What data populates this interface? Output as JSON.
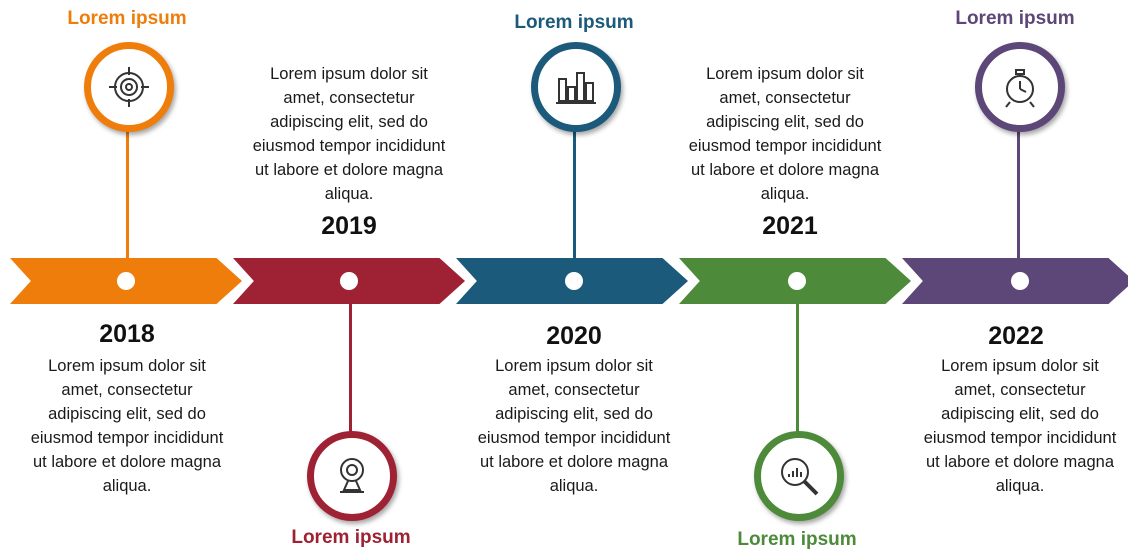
{
  "colors": {
    "orange": "#ef7d0b",
    "red": "#9e2234",
    "blue": "#1b5a7a",
    "green": "#4d8a3a",
    "purple": "#5c4778",
    "text": "#1a1a1a"
  },
  "milestones": [
    {
      "year": "2018",
      "label": "Lorem ipsum",
      "icon": "target-icon",
      "description": "Lorem ipsum dolor sit amet, consectetur adipiscing elit, sed do eiusmod tempor incididunt ut labore et dolore magna aliqua.",
      "color": "#ef7d0b"
    },
    {
      "year": "2019",
      "label": "Lorem ipsum",
      "icon": "webcam-icon",
      "description": "Lorem ipsum dolor sit amet, consectetur adipiscing elit, sed do eiusmod tempor incididunt ut labore et dolore magna aliqua.",
      "color": "#9e2234"
    },
    {
      "year": "2020",
      "label": "Lorem ipsum",
      "icon": "bar-chart-icon",
      "description": "Lorem ipsum dolor sit amet, consectetur adipiscing elit, sed do eiusmod tempor incididunt ut labore et dolore magna aliqua.",
      "color": "#1b5a7a"
    },
    {
      "year": "2021",
      "label": "Lorem ipsum",
      "icon": "magnifier-chart-icon",
      "description": "Lorem ipsum dolor sit amet, consectetur adipiscing elit, sed do eiusmod tempor incididunt ut labore et dolore magna aliqua.",
      "color": "#4d8a3a"
    },
    {
      "year": "2022",
      "label": "Lorem ipsum",
      "icon": "stopwatch-icon",
      "description": "Lorem ipsum dolor sit amet, consectetur adipiscing elit, sed do eiusmod tempor incididunt ut labore et dolore magna aliqua.",
      "color": "#5c4778"
    }
  ]
}
